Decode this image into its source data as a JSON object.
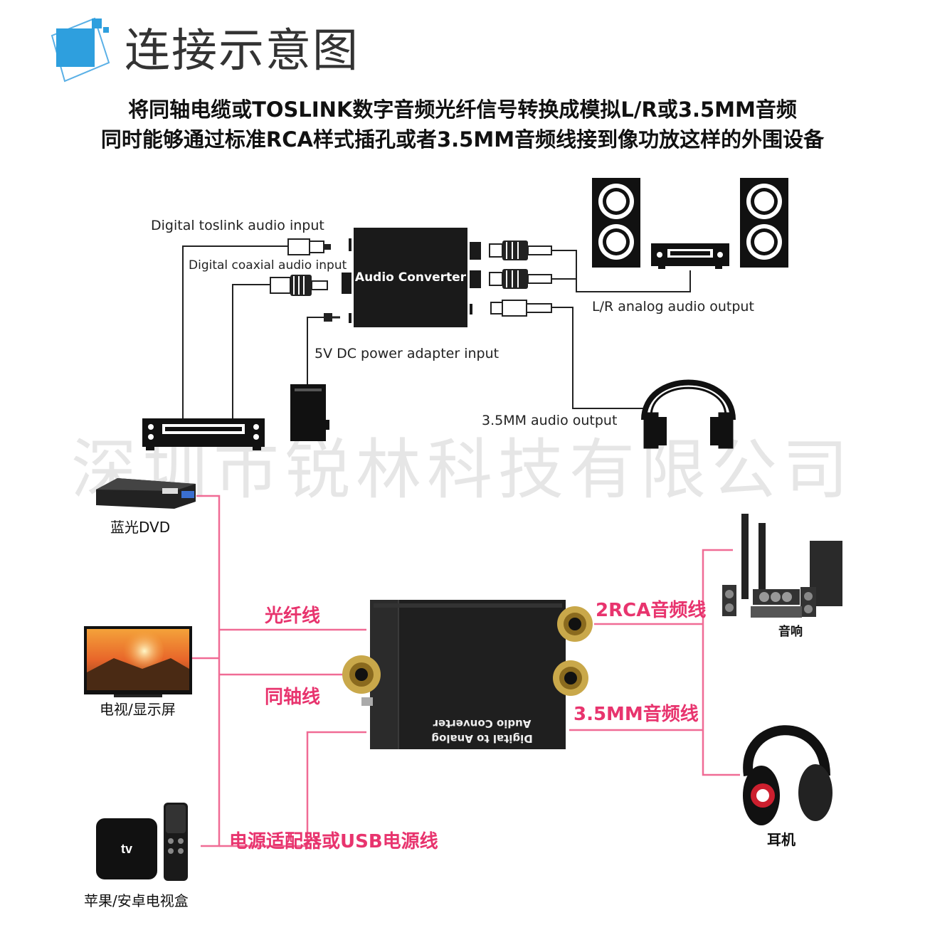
{
  "header": {
    "title": "连接示意图",
    "subtitle_line1": "将同轴电缆或TOSLINK数字音频光纤信号转换成模拟L/R或3.5MM音频",
    "subtitle_line2": "同时能够通过标准RCA样式插孔或者3.5MM音频线接到像功放这样的外围设备"
  },
  "top_diagram": {
    "converter_label": "Audio Converter",
    "toslink_input": "Digital  toslink audio input",
    "coaxial_input": "Digital  coaxial audio input",
    "power_input": "5V DC power adapter input",
    "lr_output": "L/R analog audio output",
    "mm_output": "3.5MM audio output"
  },
  "watermark": "深圳市锐林科技有限公司",
  "bottom_diagram": {
    "converter_text_line1": "Digital to Analog",
    "converter_text_line2": "Audio Converter",
    "sources": {
      "dvd": "蓝光DVD",
      "tv": "电视/显示屏",
      "box": "苹果/安卓电视盒",
      "box_logo": "tv"
    },
    "cables": {
      "optical": "光纤线",
      "coaxial": "同轴线",
      "power": "电源适配器或USB电源线",
      "rca": "2RCA音频线",
      "mm": "3.5MM音频线"
    },
    "outputs": {
      "speaker": "音响",
      "headphone": "耳机"
    },
    "line_color": "#f06b95",
    "gold_color": "#c9a84a"
  }
}
